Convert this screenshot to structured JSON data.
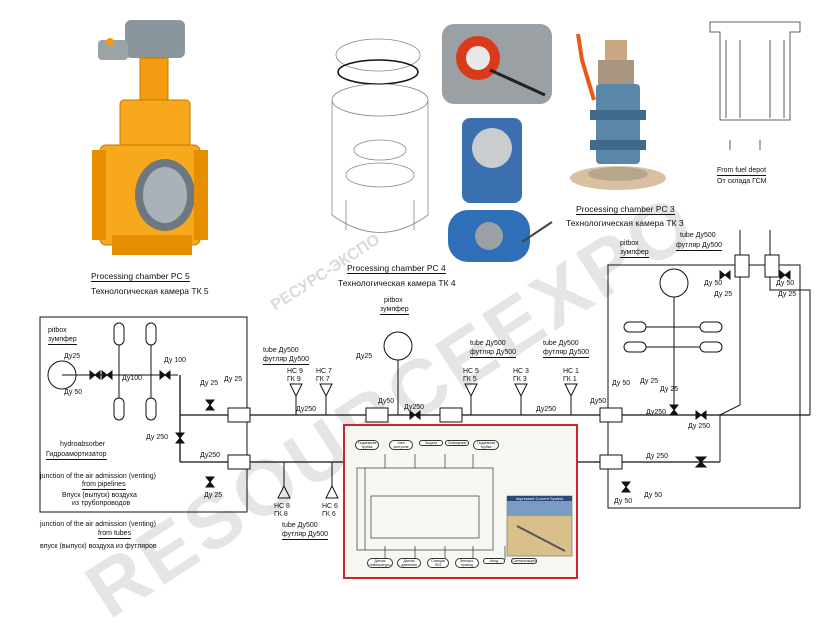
{
  "photos": {
    "pc5": {
      "caption_en": "Processing chamber PC 5",
      "caption_ru": "Технологическая камера ТК 5"
    },
    "pc4": {
      "caption_en": "Processing chamber PC 4",
      "caption_ru": "Технологическая камера ТК 4"
    },
    "pc3": {
      "caption_en": "Processing chamber PC 3",
      "caption_ru": "Технологическая камера ТК 3"
    }
  },
  "fuel_depot": {
    "en": "From fuel depot",
    "ru": "От склада ГСМ"
  },
  "watermark": {
    "text": "RESOURCEEXPO",
    "seal": "РЕСУРС-ЭКСПО"
  },
  "labels": {
    "pitbox_en": "pitbox",
    "pitbox_ru": "зумпфер",
    "du25": "Ду25",
    "du_25": "Ду 25",
    "du_50": "Ду 50",
    "du_100": "Ду 100",
    "du100": "Ду100",
    "du250": "Ду250",
    "du_250": "Ду 250",
    "du50": "Ду50",
    "hydroabsorber_en": "hydroabsorber",
    "hydroabsorber_ru": "Гидроамортизатор",
    "junction_pipelines_en1": "junction of the air admission (venting)",
    "junction_pipelines_en2": "from pipelines",
    "junction_pipelines_ru1": "Впуск (выпуск) воздуха",
    "junction_pipelines_ru2": "из трубопроводов",
    "junction_tubes_en1": "junction of the air admission (venting)",
    "junction_tubes_en2": "from tubes",
    "junction_tubes_ru": "впуск (выпуск) воздуха из футляров",
    "tube_du500_en": "tube Ду500",
    "tube_du500_ru": "футляр Ду500",
    "hs9": "НС 9",
    "gk9": "ГК 9",
    "hs7": "НС 7",
    "gk7": "ГК 7",
    "hs5": "НС 5",
    "gk5": "ГК 5",
    "hs3": "НС 3",
    "gk3": "ГК 3",
    "hs1": "НС 1",
    "gk1": "ГК 1",
    "hs8": "НС 8",
    "gk8": "ГК 8",
    "hs6": "НС 6",
    "gk6": "ГК 6"
  },
  "inset": {
    "title": "Impressed Current System",
    "nodes": [
      "Подземная трубка",
      "Узел контроля",
      "Защита",
      "Освещение",
      "Подземная трубка",
      "Датчик температуры",
      "Датчик давления",
      "Станция ЭХЗ",
      "Электро-привод",
      "Анод",
      "Сигнализация"
    ]
  },
  "colors": {
    "frame": "#d2232a",
    "valve_orange": "#f39c12",
    "line": "#111111"
  }
}
